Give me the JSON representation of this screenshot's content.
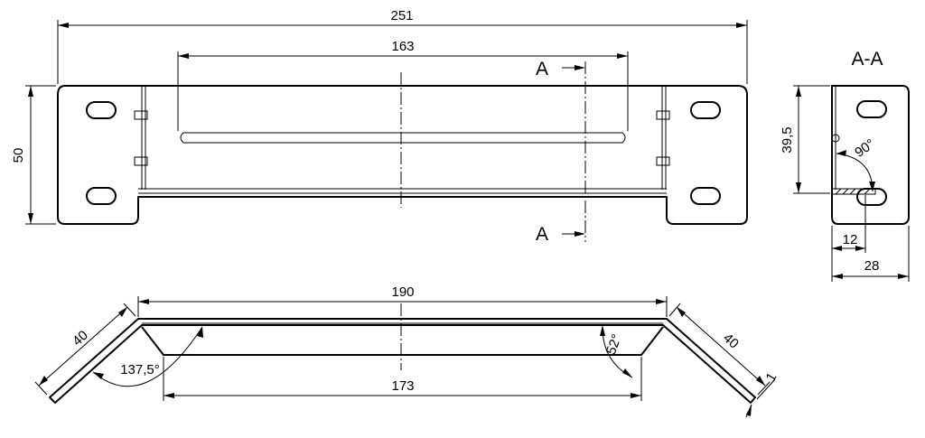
{
  "dimensions": {
    "overall_width": "251",
    "slot_length": "163",
    "height": "50",
    "bottom_span": "190",
    "inner_span": "173",
    "wing_left": "40",
    "wing_right": "40",
    "thickness": "1",
    "angle_left": "137,5°",
    "angle_right": "52°",
    "section_height": "39,5",
    "section_angle": "90°",
    "section_offset": "12",
    "section_depth": "28"
  },
  "section": {
    "title": "A-A",
    "marker_top": "A",
    "marker_bottom": "A"
  }
}
